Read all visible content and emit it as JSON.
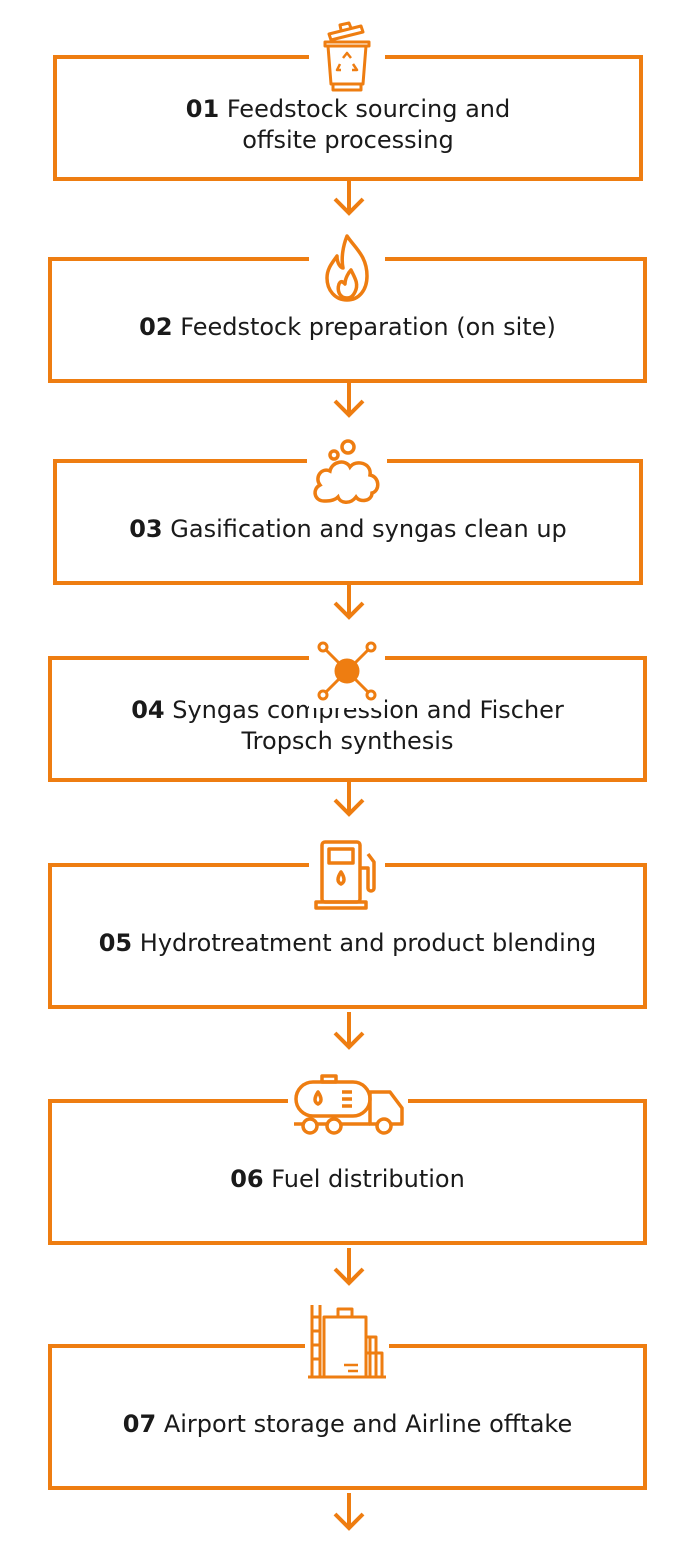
{
  "accent_color": "#EE7D11",
  "steps": [
    {
      "number": "01",
      "text": "Feedstock sourcing and offsite processing",
      "line1": "Feedstock sourcing and",
      "line2": "offsite processing",
      "icon": "recycle-bin-icon"
    },
    {
      "number": "02",
      "text": "Feedstock preparation (on site)",
      "icon": "flame-icon"
    },
    {
      "number": "03",
      "text": "Gasification and syngas clean up",
      "icon": "gas-cloud-icon"
    },
    {
      "number": "04",
      "text": "Syngas compression and Fischer Tropsch synthesis",
      "line1": "Syngas compression and Fischer",
      "line2": "Tropsch synthesis",
      "icon": "molecule-icon"
    },
    {
      "number": "05",
      "text": "Hydrotreatment and product blending",
      "icon": "fuel-pump-icon"
    },
    {
      "number": "06",
      "text": "Fuel distribution",
      "icon": "tanker-truck-icon"
    },
    {
      "number": "07",
      "text": "Airport storage and Airline offtake",
      "icon": "storage-tank-icon"
    }
  ]
}
